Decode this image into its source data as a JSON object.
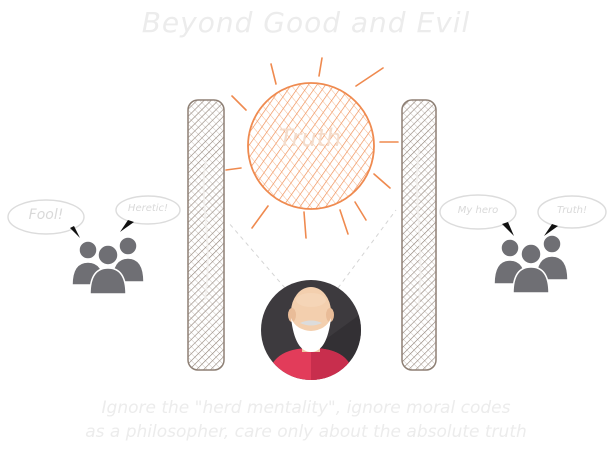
{
  "title": "Beyond Good and Evil",
  "sun": {
    "label": "Truth",
    "color": "#ef8a4f"
  },
  "pillars": {
    "left_label": "",
    "right_label": ""
  },
  "crowd_left": {
    "bubbles": [
      "Fool!",
      "Heretic!"
    ]
  },
  "crowd_right": {
    "bubbles": [
      "My hero",
      "Truth!"
    ]
  },
  "caption": {
    "line1": "Ignore the \"herd mentality\", ignore moral codes",
    "line2": "as a philosopher, care only about the absolute truth"
  },
  "colors": {
    "person_shirt": "#e23c5a",
    "person_bg": "#3d3a3e",
    "crowd": "#6f6f74",
    "pillar": "#8d7f74"
  }
}
